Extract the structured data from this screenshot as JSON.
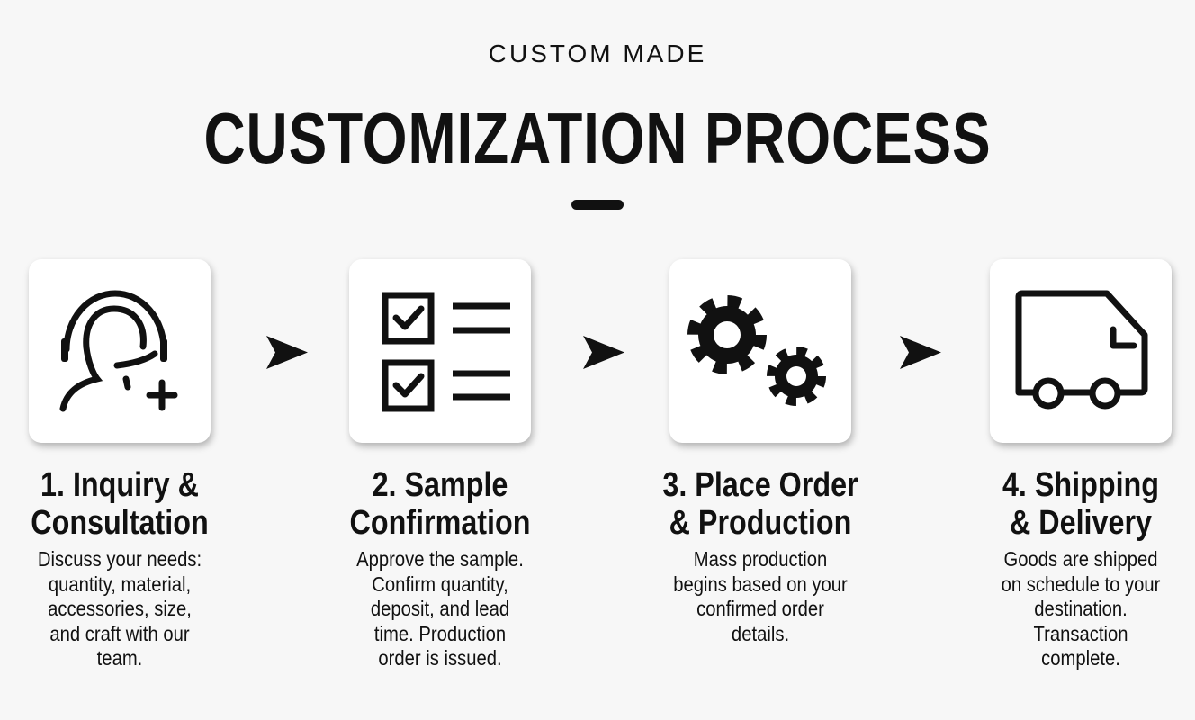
{
  "header": {
    "eyebrow": "CUSTOM MADE",
    "title": "CUSTOMIZATION PROCESS"
  },
  "steps": [
    {
      "icon": "headset-user-plus-icon",
      "title_1": "1. Inquiry &",
      "title_2": "Consultation",
      "desc": [
        "Discuss your needs:",
        "quantity, material,",
        "accessories, size,",
        "and craft with our",
        "team."
      ]
    },
    {
      "icon": "checklist-icon",
      "title_1": "2. Sample",
      "title_2": "Confirmation",
      "desc": [
        "Approve the sample.",
        "Confirm quantity,",
        "deposit, and lead",
        "time. Production",
        "order is issued."
      ]
    },
    {
      "icon": "gears-icon",
      "title_1": "3. Place Order",
      "title_2": "& Production",
      "desc": [
        "Mass production",
        "begins based on your",
        "confirmed order",
        "details."
      ]
    },
    {
      "icon": "truck-icon",
      "title_1": "4. Shipping",
      "title_2": "& Delivery",
      "desc": [
        "Goods are shipped",
        "on schedule to your",
        "destination.",
        "Transaction",
        "complete."
      ]
    }
  ]
}
